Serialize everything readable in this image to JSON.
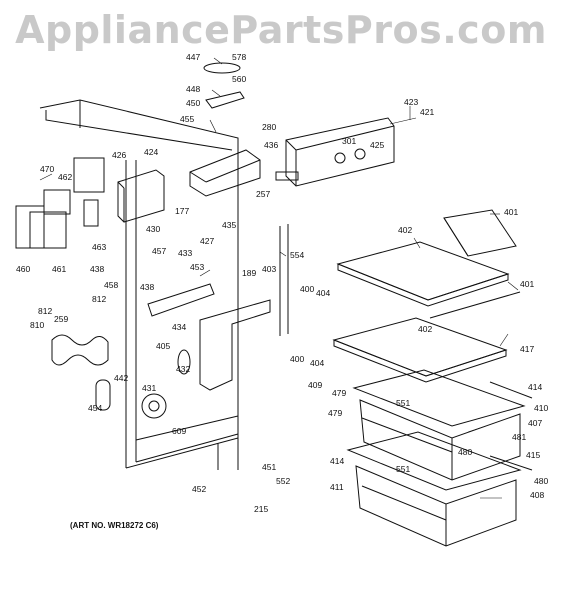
{
  "watermark": "AppliancePartsPros.com",
  "art_number": "(ART NO. WR18272 C6)",
  "callouts": [
    "447",
    "578",
    "560",
    "448",
    "450",
    "455",
    "280",
    "421",
    "423",
    "426",
    "424",
    "436",
    "301",
    "425",
    "470",
    "462",
    "257",
    "177",
    "427",
    "430",
    "435",
    "463",
    "460",
    "461",
    "457",
    "433",
    "453",
    "189",
    "403",
    "554",
    "438",
    "438",
    "458",
    "812",
    "812",
    "810",
    "259",
    "434",
    "405",
    "432",
    "442",
    "431",
    "454",
    "609",
    "452",
    "451",
    "552",
    "215",
    "401",
    "402",
    "400",
    "404",
    "401",
    "402",
    "400",
    "404",
    "417",
    "409",
    "479",
    "414",
    "551",
    "479",
    "410",
    "407",
    "481",
    "480",
    "415",
    "414",
    "551",
    "480",
    "411",
    "408"
  ]
}
